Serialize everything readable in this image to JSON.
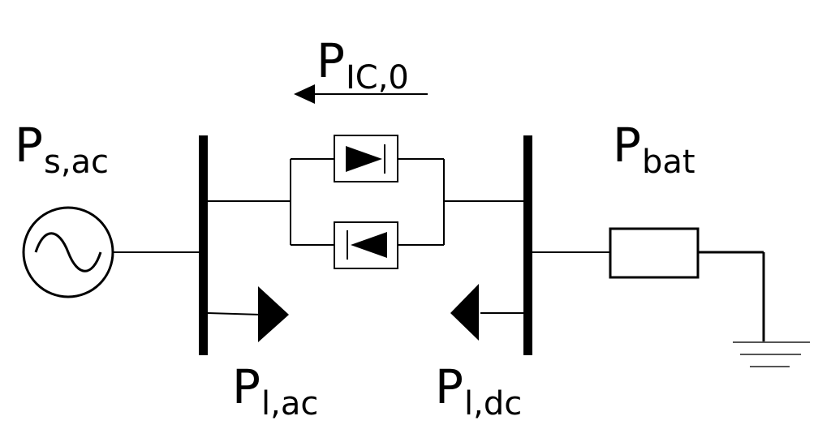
{
  "labels": {
    "p_ic0": {
      "main": "P",
      "sub": "IC,0"
    },
    "p_s_ac": {
      "main": "P",
      "sub": "s,ac"
    },
    "p_bat": {
      "main": "P",
      "sub": "bat"
    },
    "p_l_ac": {
      "main": "P",
      "sub": "l,ac"
    },
    "p_l_dc": {
      "main": "P",
      "sub": "l,dc"
    }
  },
  "colors": {
    "line": "#000000",
    "ground": "#555555",
    "background": "#ffffff"
  },
  "icons": {
    "source": "ac-source-icon",
    "diode_forward": "diode-forward-icon",
    "diode_reverse": "diode-reverse-icon",
    "battery": "battery-resistor-icon",
    "ground": "ground-icon"
  }
}
